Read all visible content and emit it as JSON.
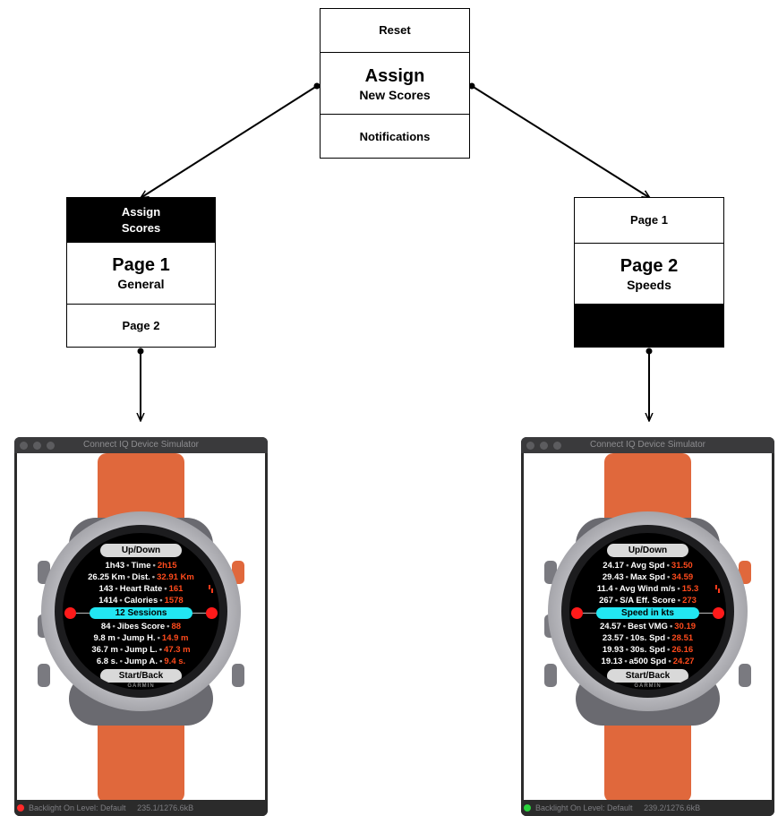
{
  "top_box": {
    "reset": "Reset",
    "assign": "Assign",
    "new_scores": "New Scores",
    "notifications": "Notifications"
  },
  "left_box": {
    "assign": "Assign",
    "scores": "Scores",
    "page_title": "Page 1",
    "page_sub": "General",
    "next": "Page 2"
  },
  "right_box": {
    "prev": "Page 1",
    "page_title": "Page 2",
    "page_sub": "Speeds"
  },
  "simulator": {
    "window_title": "Connect IQ Device Simulator",
    "backlight": "Backlight On Level: Default",
    "garmin": "GARMIN",
    "up_down": "Up/Down",
    "start_back": "Start/Back"
  },
  "left_sim": {
    "memory": "235.1/1276.6kB",
    "led_color": "#ff2a2a",
    "rows_top": [
      {
        "v": "1h43",
        "label": "Time",
        "r": "2h15"
      },
      {
        "v": "26.25 Km",
        "label": "Dist.",
        "r": "32.91 Km"
      },
      {
        "v": "143",
        "label": "Heart Rate",
        "r": "161"
      },
      {
        "v": "1414",
        "label": "Calories",
        "r": "1578"
      }
    ],
    "center": "12 Sessions",
    "rows_bottom": [
      {
        "v": "84",
        "label": "Jibes Score",
        "r": "88"
      },
      {
        "v": "9.8 m",
        "label": "Jump H.",
        "r": "14.9 m"
      },
      {
        "v": "36.7 m",
        "label": "Jump L.",
        "r": "47.3 m"
      },
      {
        "v": "6.8 s.",
        "label": "Jump A.",
        "r": "9.4 s."
      }
    ]
  },
  "right_sim": {
    "memory": "239.2/1276.6kB",
    "led_color": "#2ad23c",
    "rows_top": [
      {
        "v": "24.17",
        "label": "Avg Spd",
        "r": "31.50"
      },
      {
        "v": "29.43",
        "label": "Max Spd",
        "r": "34.59"
      },
      {
        "v": "11.4",
        "label": "Avg Wind m/s",
        "r": "15.3"
      },
      {
        "v": "267",
        "label": "S/A Eff. Score",
        "r": "273"
      }
    ],
    "center": "Speed in kts",
    "rows_bottom": [
      {
        "v": "24.57",
        "label": "Best VMG",
        "r": "30.19"
      },
      {
        "v": "23.57",
        "label": "10s. Spd",
        "r": "28.51"
      },
      {
        "v": "19.93",
        "label": "30s. Spd",
        "r": "26.16"
      },
      {
        "v": "19.13",
        "label": "a500 Spd",
        "r": "24.27"
      }
    ]
  },
  "colors": {
    "strap": "#e0683c",
    "accent_cyan": "#22e6f2",
    "value_orange": "#ff4a1c",
    "marker_red": "#ff1a1a"
  }
}
